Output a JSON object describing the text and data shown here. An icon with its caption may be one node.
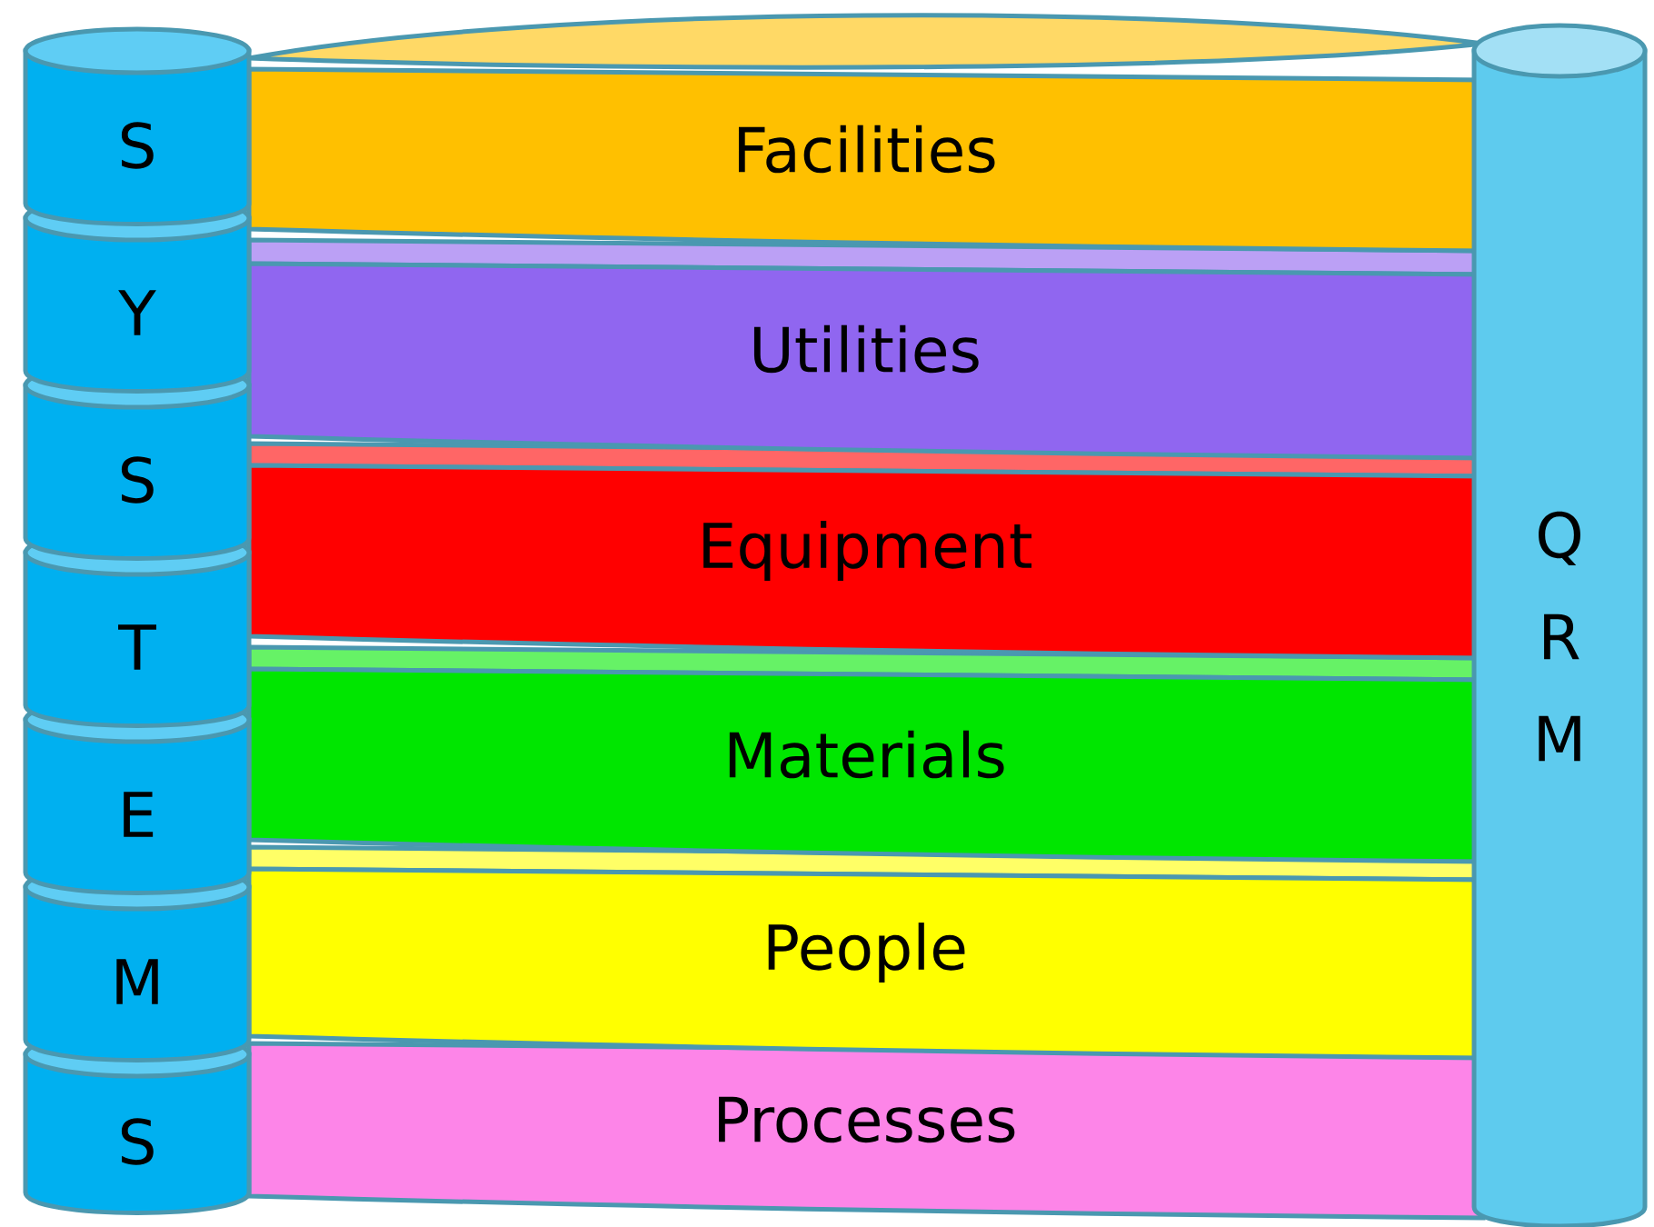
{
  "diagram": {
    "nodes": [
      {
        "text": [
          "S"
        ]
      },
      {
        "text": [
          "Y"
        ]
      },
      {
        "text": [
          "S"
        ]
      },
      {
        "text": [
          "T"
        ]
      },
      {
        "text": [
          "E"
        ]
      },
      {
        "text": [
          "M"
        ]
      },
      {
        "text": [
          "S"
        ]
      },
      {
        "text": [
          "Facilities"
        ]
      },
      {
        "text": [
          "Utilities"
        ]
      },
      {
        "text": [
          "Equipment"
        ]
      },
      {
        "text": [
          "Materials"
        ]
      },
      {
        "text": [
          "People"
        ]
      },
      {
        "text": [
          "Processes"
        ]
      },
      {
        "text": [
          "Q R M"
        ]
      }
    ]
  }
}
